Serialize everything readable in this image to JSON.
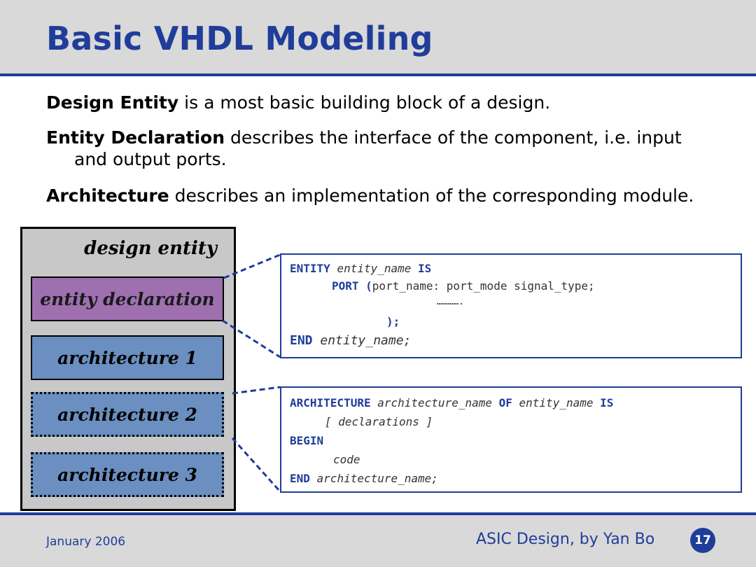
{
  "slide": {
    "title": "Basic VHDL Modeling",
    "para1_bold": "Design Entity",
    "para1_rest": " is a most basic   building block of a design.",
    "para2_bold": "Entity Declaration",
    "para2_rest": " describes the interface of the  component, i.e. input",
    "para2_cont": "and output ports.",
    "para3_bold": "Architecture",
    "para3_rest": "  describes an implementation of the corresponding module."
  },
  "diagram": {
    "container_label": "design entity",
    "blocks": [
      "entity declaration",
      "architecture 1",
      "architecture 2",
      "architecture 3"
    ]
  },
  "entity_code": {
    "l1_kw": "ENTITY",
    "l1_name": " entity_name ",
    "l1_kw2": "IS",
    "l2_kw": "PORT (",
    "l2_text": "port_name: port_mode signal_type;",
    "l3": "………….",
    "l4": ");",
    "l5_kw": "END",
    "l5_name": " entity_name;"
  },
  "arch_code": {
    "l1_kw": "ARCHITECTURE",
    "l1_name": " architecture_name ",
    "l1_kw2": "OF",
    "l1_name2": " entity_name ",
    "l1_kw3": "IS",
    "l2": "[ declarations ]",
    "l3": "BEGIN",
    "l4": "code",
    "l5_kw": "END",
    "l5_name": " architecture_name;"
  },
  "footer": {
    "date": "January 2006",
    "credit": "ASIC Design, by Yan Bo",
    "page": "17"
  },
  "colors": {
    "accent": "#1f3d99",
    "header_bg": "#d9d9d9",
    "entity_decl": "#9e70b0",
    "architecture": "#6a8fc0"
  }
}
